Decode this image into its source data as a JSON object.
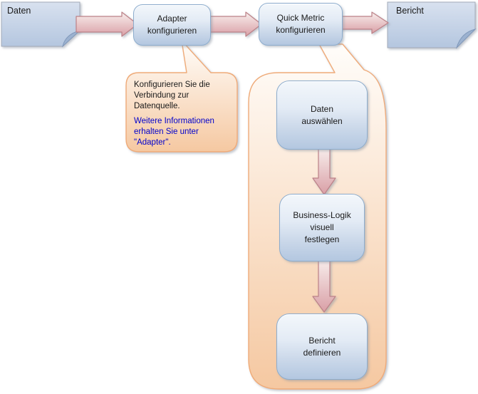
{
  "nodes": {
    "daten": {
      "label": "Daten"
    },
    "adapter": {
      "label": "Adapter\nkonfigurieren"
    },
    "quick_metric": {
      "label": "Quick Metric\nkonfigurieren"
    },
    "bericht": {
      "label": "Bericht"
    },
    "daten_auswaehlen": {
      "label": "Daten\nauswählen"
    },
    "business_logik": {
      "label": "Business-Logik\nvisuell\nfestlegen"
    },
    "bericht_definieren": {
      "label": "Bericht\ndefinieren"
    }
  },
  "callout": {
    "text": "Konfigurieren Sie die\nVerbindung zur\nDatenquelle.",
    "link_text": "Weitere Informationen\nerhalten Sie unter\n\"Adapter\"."
  },
  "colors": {
    "node_border": "#8caccd",
    "node_fill_top": "#f3f7fb",
    "node_fill_bottom": "#b3c7e0",
    "document_border": "#a3abb8",
    "document_fill_top": "#d8e1ef",
    "document_fill_bottom": "#b4c6df",
    "document_fold": "#9cb2d0",
    "arrow_border": "#bc8187",
    "arrow_fill_top": "#f8efed",
    "arrow_fill_bottom": "#d99fa6",
    "callout_border": "#efab79",
    "callout_fill_top": "#fffdfa",
    "callout_fill_bottom": "#f5c8a1",
    "link_text": "#0000cc",
    "label_text": "#1a1a1a"
  }
}
